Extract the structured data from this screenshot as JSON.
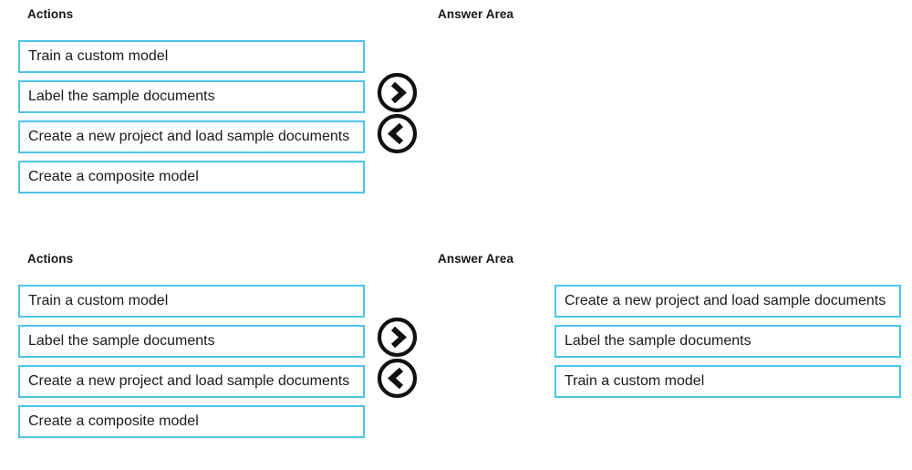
{
  "colors": {
    "box_border": "#4ec3e8",
    "text": "#1a1a1a",
    "arrow": "#111111",
    "background": "#ffffff"
  },
  "icons": {
    "move_right": "chevron-right-icon",
    "move_left": "chevron-left-icon"
  },
  "panels": [
    {
      "actions_label": "Actions",
      "answer_label": "Answer Area",
      "actions": [
        "Train a custom model",
        "Label the sample documents",
        "Create a new project and load sample documents",
        "Create a composite model"
      ],
      "answers": []
    },
    {
      "actions_label": "Actions",
      "answer_label": "Answer Area",
      "actions": [
        "Train a custom model",
        "Label the sample documents",
        "Create a new project and load sample documents",
        "Create a composite model"
      ],
      "answers": [
        "Create a new project and load sample documents",
        "Label the sample documents",
        "Train a custom model"
      ]
    }
  ]
}
